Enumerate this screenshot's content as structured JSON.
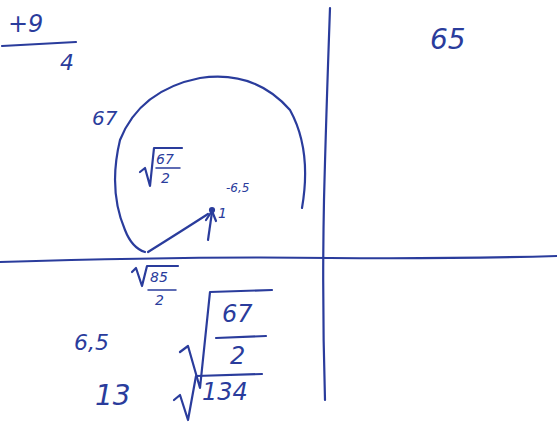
{
  "diagram": {
    "labels": [
      "+9",
      "4",
      "65",
      "67",
      "67",
      "2",
      "-6,5",
      "1",
      "85",
      "2",
      "6,5",
      "67",
      "2",
      "13",
      "134"
    ]
  }
}
